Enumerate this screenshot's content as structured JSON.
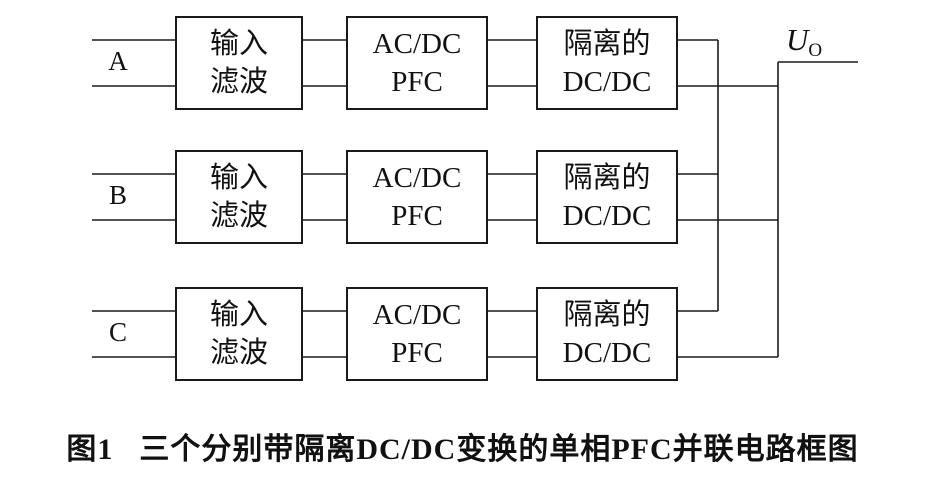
{
  "diagram": {
    "rows": [
      {
        "phase": "A",
        "filter": {
          "line1": "输入",
          "line2": "滤波"
        },
        "pfc": {
          "line1": "AC/DC",
          "line2": "PFC"
        },
        "dcdc": {
          "line1": "隔离的",
          "line2": "DC/DC"
        }
      },
      {
        "phase": "B",
        "filter": {
          "line1": "输入",
          "line2": "滤波"
        },
        "pfc": {
          "line1": "AC/DC",
          "line2": "PFC"
        },
        "dcdc": {
          "line1": "隔离的",
          "line2": "DC/DC"
        }
      },
      {
        "phase": "C",
        "filter": {
          "line1": "输入",
          "line2": "滤波"
        },
        "pfc": {
          "line1": "AC/DC",
          "line2": "PFC"
        },
        "dcdc": {
          "line1": "隔离的",
          "line2": "DC/DC"
        }
      }
    ],
    "output": {
      "symbol": "U",
      "subscript": "O"
    }
  },
  "caption": {
    "label": "图1",
    "text": "三个分别带隔离DC/DC变换的单相PFC并联电路框图"
  }
}
